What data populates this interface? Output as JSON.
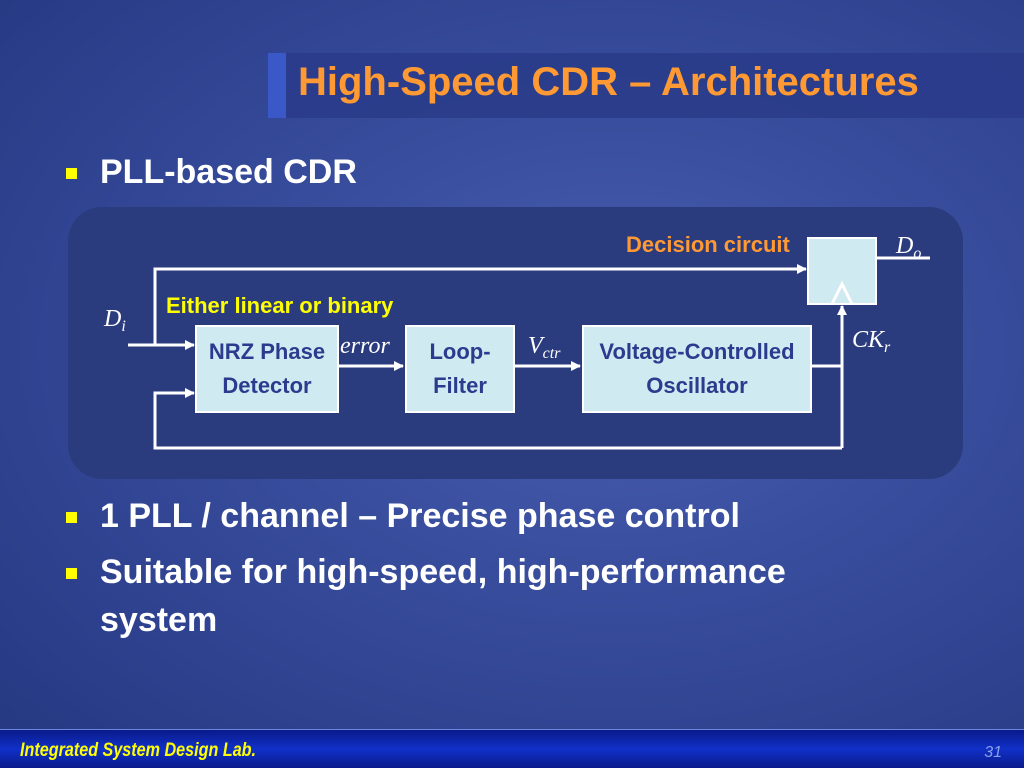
{
  "slide": {
    "title": "High-Speed CDR – Architectures",
    "bullets": [
      "PLL-based CDR",
      "1 PLL / channel – Precise phase control",
      "Suitable for high-speed, high-performance",
      "system"
    ]
  },
  "diagram": {
    "decision_label": "Decision circuit",
    "detector_type_label": "Either linear or binary",
    "blocks": {
      "phase_detector": [
        "NRZ Phase",
        "Detector"
      ],
      "loop_filter": [
        "Loop-",
        "Filter"
      ],
      "vco": [
        "Voltage-Controlled",
        "Oscillator"
      ]
    },
    "signals": {
      "input": {
        "base": "D",
        "sub": "i"
      },
      "output": {
        "base": "D",
        "sub": "o"
      },
      "error": "error",
      "control": {
        "base": "V",
        "sub": "ctr"
      },
      "clock": {
        "base": "CK",
        "sub": "r"
      }
    }
  },
  "footer": {
    "lab_name": "Integrated System Design Lab.",
    "page_number": "31"
  },
  "colors": {
    "title": "#ff9933",
    "accent_label": "#ff9933",
    "yellow_label": "#ffff00",
    "block_fill": "#cfeaf0",
    "block_text": "#2b3c8e",
    "bullet_marker": "#ffff00"
  }
}
